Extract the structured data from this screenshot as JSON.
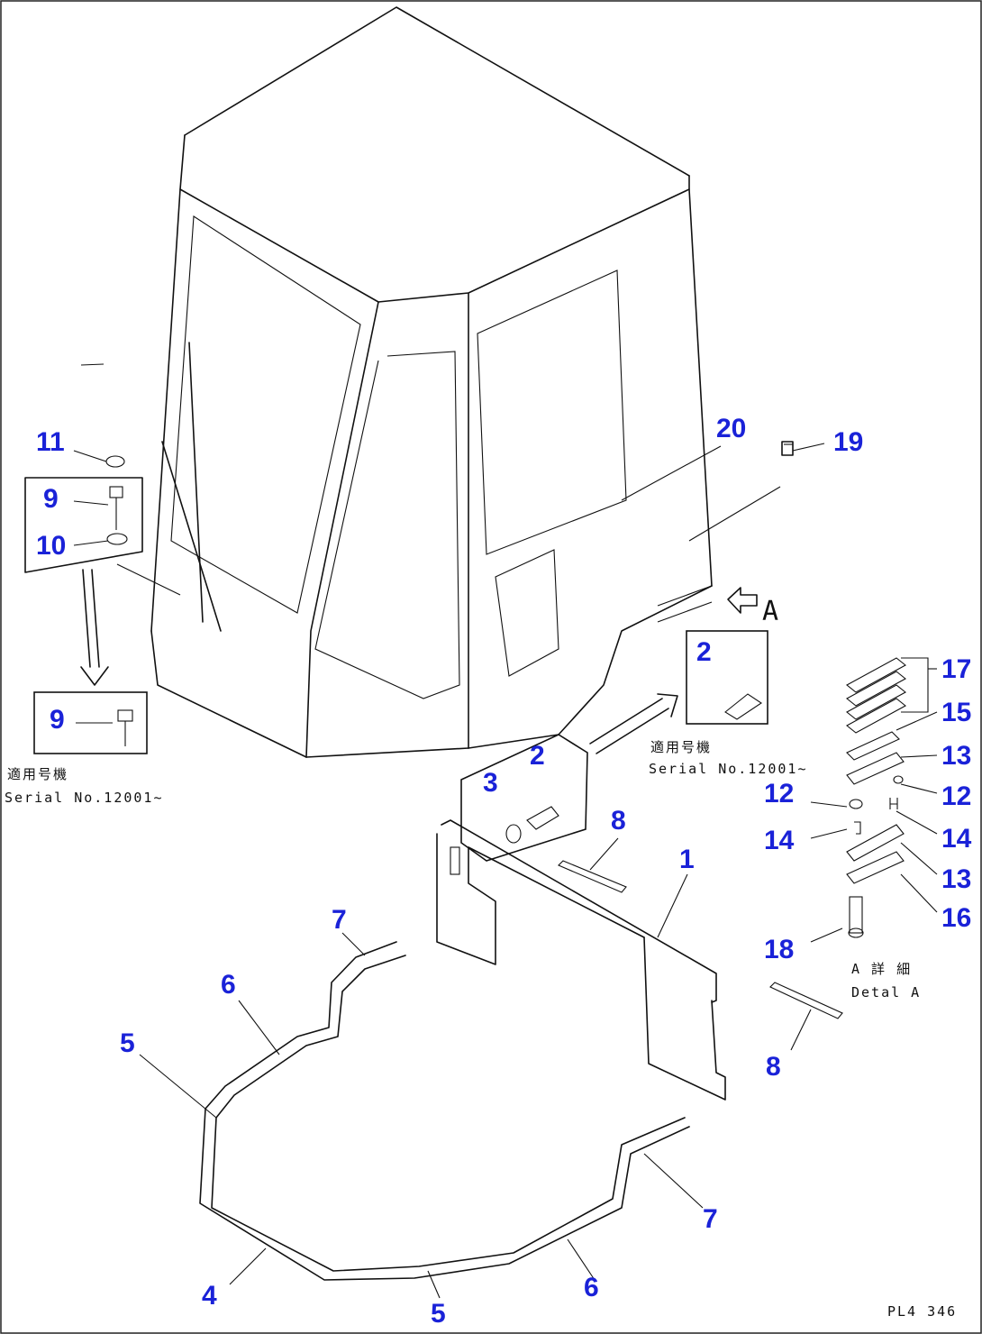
{
  "callouts": [
    {
      "label": "11"
    },
    {
      "label": "9"
    },
    {
      "label": "10"
    },
    {
      "label": "9"
    },
    {
      "label": "20"
    },
    {
      "label": "19"
    },
    {
      "label": "2"
    },
    {
      "label": "17"
    },
    {
      "label": "15"
    },
    {
      "label": "13"
    },
    {
      "label": "12"
    },
    {
      "label": "12"
    },
    {
      "label": "14"
    },
    {
      "label": "14"
    },
    {
      "label": "13"
    },
    {
      "label": "16"
    },
    {
      "label": "18"
    },
    {
      "label": "2"
    },
    {
      "label": "3"
    },
    {
      "label": "8"
    },
    {
      "label": "1"
    },
    {
      "label": "7"
    },
    {
      "label": "6"
    },
    {
      "label": "5"
    },
    {
      "label": "8"
    },
    {
      "label": "7"
    },
    {
      "label": "4"
    },
    {
      "label": "5"
    },
    {
      "label": "6"
    }
  ],
  "view_marker": {
    "label": "A"
  },
  "notes": {
    "left_jp": "適用号機",
    "left_serial": "Serial No.12001~",
    "right_jp": "適用号機",
    "right_serial": "Serial No.12001~",
    "detail_jp": "A 詳 細",
    "detail_en": "Detal A",
    "drawing_no": "PL4 346"
  }
}
